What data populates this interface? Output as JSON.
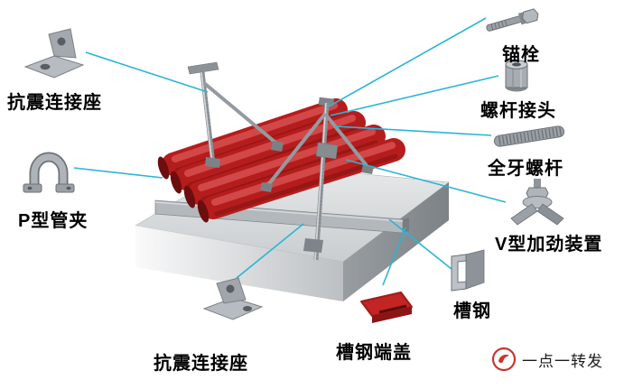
{
  "labels": {
    "connector_top": "抗震连接座",
    "p_clamp": "P型管夹",
    "connector_bottom": "抗震连接座",
    "end_cap": "槽钢端盖",
    "anchor_bolt": "锚栓",
    "rod_coupler": "螺杆接头",
    "threaded_rod": "全牙螺杆",
    "v_device": "V型加劲装置",
    "channel": "槽钢"
  },
  "watermark": {
    "text": "一点一转发"
  },
  "icons": {
    "connector_top": "seismic-connector-bracket-icon",
    "p_clamp": "p-type-pipe-clamp-icon",
    "connector_bottom": "seismic-connector-bracket-icon",
    "end_cap": "channel-end-cap-icon",
    "anchor_bolt": "anchor-bolt-icon",
    "rod_coupler": "rod-coupler-nut-icon",
    "threaded_rod": "threaded-rod-icon",
    "v_device": "v-type-stiffener-icon",
    "channel": "c-channel-steel-icon",
    "watermark": "share-logo-icon"
  },
  "colors": {
    "callout_line": "#2ab5d6",
    "pipe_red": "#b51d1d",
    "pipe_highlight": "#d84f4f",
    "pipe_dark": "#7c1010",
    "metal_gray": "#9aa0a5",
    "concrete_top": "#d8dbdc",
    "label_text": "#000000",
    "watermark_red": "#c8362c"
  }
}
